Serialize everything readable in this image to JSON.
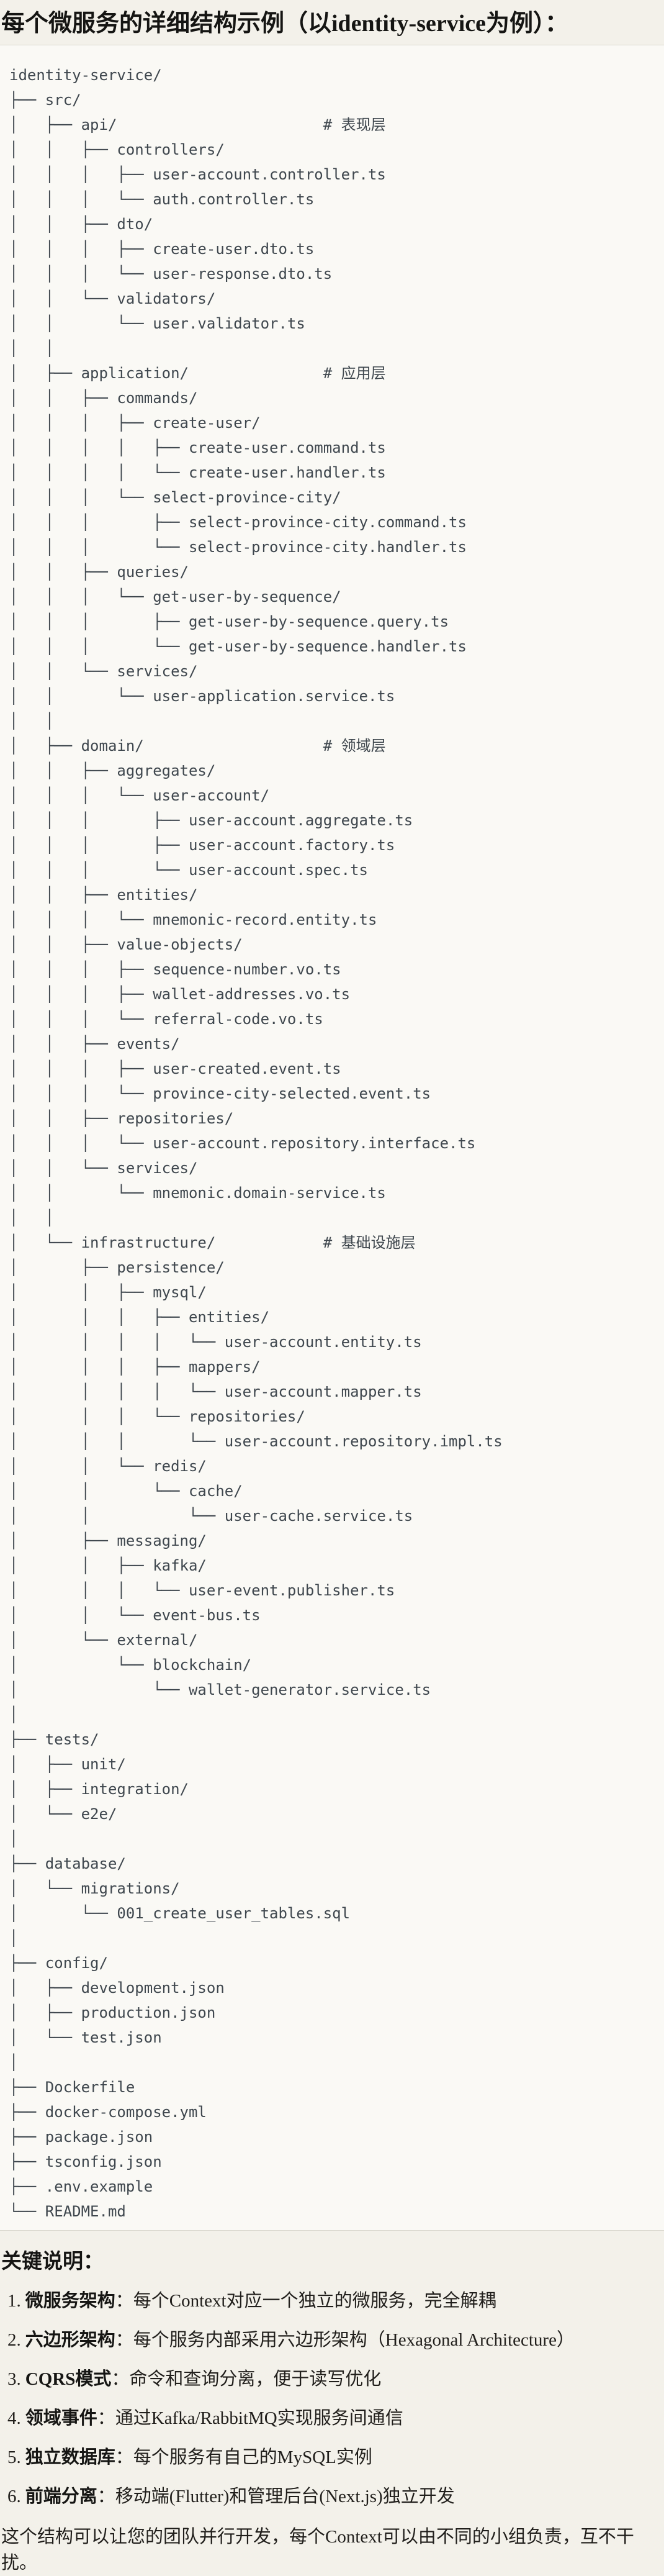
{
  "title": "每个微服务的详细结构示例（以identity-service为例）：",
  "tree": {
    "lines": [
      "identity-service/",
      "├── src/",
      "│   ├── api/                       # 表现层",
      "│   │   ├── controllers/",
      "│   │   │   ├── user-account.controller.ts",
      "│   │   │   └── auth.controller.ts",
      "│   │   ├── dto/",
      "│   │   │   ├── create-user.dto.ts",
      "│   │   │   └── user-response.dto.ts",
      "│   │   └── validators/",
      "│   │       └── user.validator.ts",
      "│   │",
      "│   ├── application/               # 应用层",
      "│   │   ├── commands/",
      "│   │   │   ├── create-user/",
      "│   │   │   │   ├── create-user.command.ts",
      "│   │   │   │   └── create-user.handler.ts",
      "│   │   │   └── select-province-city/",
      "│   │   │       ├── select-province-city.command.ts",
      "│   │   │       └── select-province-city.handler.ts",
      "│   │   ├── queries/",
      "│   │   │   └── get-user-by-sequence/",
      "│   │   │       ├── get-user-by-sequence.query.ts",
      "│   │   │       └── get-user-by-sequence.handler.ts",
      "│   │   └── services/",
      "│   │       └── user-application.service.ts",
      "│   │",
      "│   ├── domain/                    # 领域层",
      "│   │   ├── aggregates/",
      "│   │   │   └── user-account/",
      "│   │   │       ├── user-account.aggregate.ts",
      "│   │   │       ├── user-account.factory.ts",
      "│   │   │       └── user-account.spec.ts",
      "│   │   ├── entities/",
      "│   │   │   └── mnemonic-record.entity.ts",
      "│   │   ├── value-objects/",
      "│   │   │   ├── sequence-number.vo.ts",
      "│   │   │   ├── wallet-addresses.vo.ts",
      "│   │   │   └── referral-code.vo.ts",
      "│   │   ├── events/",
      "│   │   │   ├── user-created.event.ts",
      "│   │   │   └── province-city-selected.event.ts",
      "│   │   ├── repositories/",
      "│   │   │   └── user-account.repository.interface.ts",
      "│   │   └── services/",
      "│   │       └── mnemonic.domain-service.ts",
      "│   │",
      "│   └── infrastructure/            # 基础设施层",
      "│       ├── persistence/",
      "│       │   ├── mysql/",
      "│       │   │   ├── entities/",
      "│       │   │   │   └── user-account.entity.ts",
      "│       │   │   ├── mappers/",
      "│       │   │   │   └── user-account.mapper.ts",
      "│       │   │   └── repositories/",
      "│       │   │       └── user-account.repository.impl.ts",
      "│       │   └── redis/",
      "│       │       └── cache/",
      "│       │           └── user-cache.service.ts",
      "│       ├── messaging/",
      "│       │   ├── kafka/",
      "│       │   │   └── user-event.publisher.ts",
      "│       │   └── event-bus.ts",
      "│       └── external/",
      "│           └── blockchain/",
      "│               └── wallet-generator.service.ts",
      "│",
      "├── tests/",
      "│   ├── unit/",
      "│   ├── integration/",
      "│   └── e2e/",
      "│",
      "├── database/",
      "│   └── migrations/",
      "│       └── 001_create_user_tables.sql",
      "│",
      "├── config/",
      "│   ├── development.json",
      "│   ├── production.json",
      "│   └── test.json",
      "│",
      "├── Dockerfile",
      "├── docker-compose.yml",
      "├── package.json",
      "├── tsconfig.json",
      "├── .env.example",
      "└── README.md"
    ]
  },
  "notes": {
    "heading": "关键说明：",
    "separator": "：",
    "items": [
      {
        "num": "1.",
        "label": "微服务架构",
        "text": "每个Context对应一个独立的微服务，完全解耦"
      },
      {
        "num": "2.",
        "label": "六边形架构",
        "text": "每个服务内部采用六边形架构（Hexagonal Architecture）"
      },
      {
        "num": "3.",
        "label": "CQRS模式",
        "text": "命令和查询分离，便于读写优化"
      },
      {
        "num": "4.",
        "label": "领域事件",
        "text": "通过Kafka/RabbitMQ实现服务间通信"
      },
      {
        "num": "5.",
        "label": "独立数据库",
        "text": "每个服务有自己的MySQL实例"
      },
      {
        "num": "6.",
        "label": "前端分离",
        "text": "移动端(Flutter)和管理后台(Next.js)独立开发"
      }
    ],
    "closing": "这个结构可以让您的团队并行开发，每个Context可以由不同的小组负责，互不干扰。"
  },
  "colors": {
    "page_background": "#f3f1ea",
    "code_background": "#faf9f5",
    "code_border": "#d9d7cd",
    "code_text": "#3f474e",
    "heading_text": "#151513",
    "body_text": "#201e1b"
  }
}
